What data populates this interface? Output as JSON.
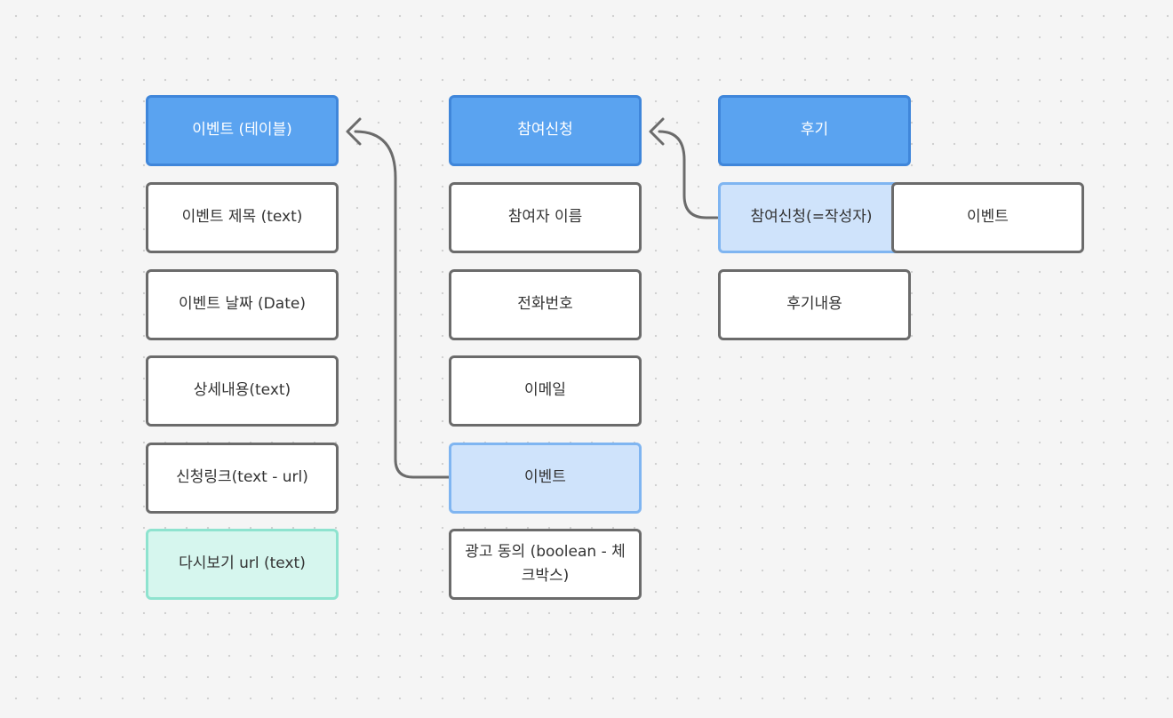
{
  "tables": [
    {
      "header": "이벤트 (테이블)",
      "fields": [
        "이벤트 제목 (text)",
        "이벤트 날짜 (Date)",
        "상세내용(text)",
        "신청링크(text - url)",
        "다시보기 url (text)"
      ]
    },
    {
      "header": "참여신청",
      "fields": [
        "참여자 이름",
        "전화번호",
        "이메일",
        "이벤트",
        "광고 동의 (boolean - 체크박스)"
      ]
    },
    {
      "header": "후기",
      "fields": [
        "참여신청(=작성자)",
        "이벤트",
        "후기내용"
      ]
    }
  ],
  "colors": {
    "header_fill": "#5aa3f0",
    "reference_fill": "#cfe3fb",
    "highlight_fill": "#d6f6ee",
    "connector": "#6b6b6b"
  }
}
